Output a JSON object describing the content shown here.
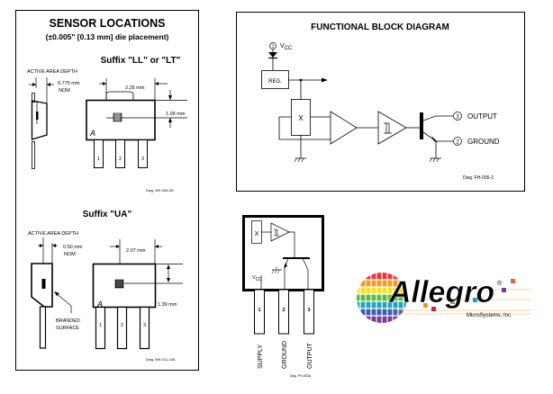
{
  "sensor_panel": {
    "title": "SENSOR LOCATIONS",
    "subtitle": "(±0.005\" [0.13 mm] die placement)",
    "ll": {
      "heading": "Suffix \"LL\" or \"LT\"",
      "active_area_label": "ACTIVE AREA DEPTH",
      "depth_value": "0.775 mm",
      "depth_nom": "NOM",
      "width_dim": "2.26 mm",
      "height_dim": "1.09 mm",
      "pins": [
        "1",
        "2",
        "3"
      ],
      "logo_mark": "A",
      "drawing_no": "Dwg. MH-008-2D"
    },
    "ua": {
      "heading": "Suffix \"UA\"",
      "active_area_label": "ACTIVE AREA DEPTH",
      "depth_value": "0.50 mm",
      "depth_nom": "NOM",
      "width_dim": "2.07 mm",
      "height_dim": "1.39 mm",
      "branded_line1": "BRANDED",
      "branded_line2": "SURFACE",
      "pins": [
        "1",
        "2",
        "3"
      ],
      "logo_mark": "A",
      "drawing_no": "Dwg. MH-011-10A"
    }
  },
  "block_diagram": {
    "title": "FUNCTIONAL BLOCK DIAGRAM",
    "vcc_pin": "1",
    "vcc_label": "V",
    "vcc_sub": "CC",
    "reg_label": "REG.",
    "hall_label": "X",
    "output_pin": "3",
    "output_label": "OUTPUT",
    "ground_pin": "2",
    "ground_label": "GROUND",
    "drawing_no": "Dwg. FH-005-2"
  },
  "package": {
    "hall_label": "X",
    "vcc_label": "V",
    "vcc_sub": "CC",
    "pins": [
      "1",
      "2",
      "3"
    ],
    "pin_names": [
      "SUPPLY",
      "GROUND",
      "OUTPUT"
    ],
    "drawing_no": "Dwg. PH-003A"
  },
  "logo": {
    "brand": "Allegro",
    "registered": "®",
    "tagline": "MicroSystems, Inc."
  }
}
